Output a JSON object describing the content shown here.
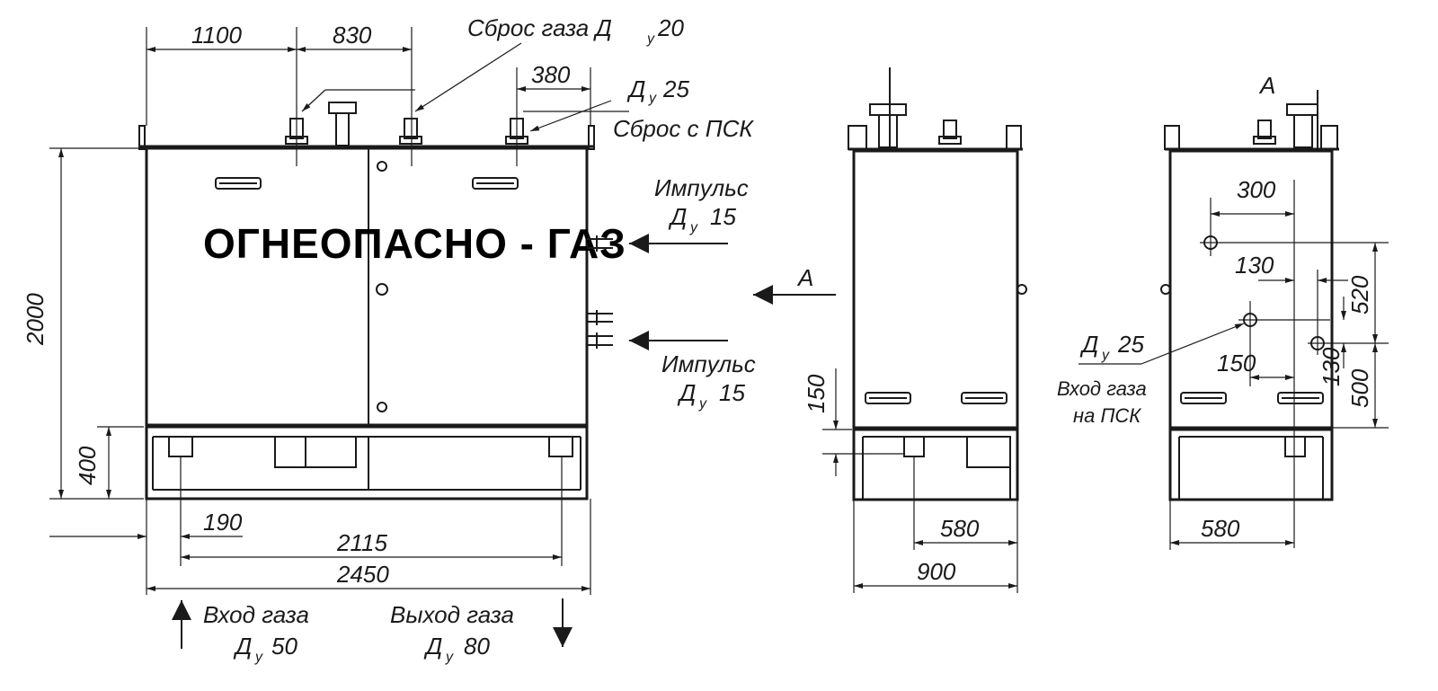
{
  "front_view": {
    "warning_text": "ОГНЕОПАСНО - ГАЗ",
    "dims": {
      "top_a": "1100",
      "top_b": "830",
      "top_c": "380",
      "height": "2000",
      "base_height": "400",
      "offset": "190",
      "inner_width": "2115",
      "overall_width": "2450"
    },
    "labels": {
      "gas_release": "Сброс газа Д",
      "gas_release_dn": "20",
      "psk_dn_prefix": "Д",
      "psk_dn": "25",
      "psk_release": "Сброс с  ПСК",
      "impulse_1": "Импульс",
      "impulse_1_dn_prefix": "Д",
      "impulse_1_dn": "15",
      "impulse_2": "Импульс",
      "impulse_2_dn_prefix": "Д",
      "impulse_2_dn": "15",
      "gas_inlet": "Вход газа",
      "gas_inlet_dn_prefix": "Д",
      "gas_inlet_dn": "50",
      "gas_outlet": "Выход газа",
      "gas_outlet_dn_prefix": "Д",
      "gas_outlet_dn": "80",
      "subscript": "у"
    }
  },
  "side_view": {
    "view_arrow_label": "А",
    "dims": {
      "base_step": "150",
      "inner": "580",
      "overall": "900"
    }
  },
  "rear_view": {
    "view_label": "А",
    "dims": {
      "h300": "300",
      "h130": "130",
      "h150": "150",
      "v520": "520",
      "v500": "500",
      "v130": "130",
      "width": "580"
    },
    "labels": {
      "psk_dn_prefix": "Д",
      "psk_dn": "25",
      "psk_inlet_1": "Вход газа",
      "psk_inlet_2": "на ПСК"
    }
  }
}
